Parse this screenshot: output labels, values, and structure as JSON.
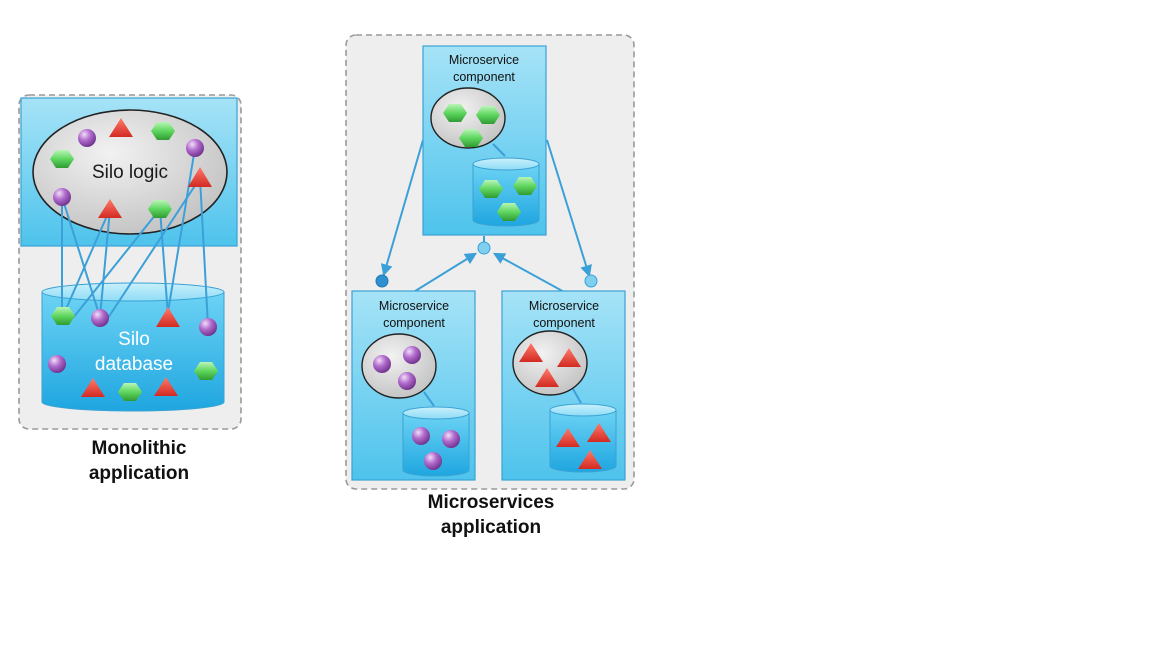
{
  "monolithic": {
    "logic_label": "Silo logic",
    "database_label_line1": "Silo",
    "database_label_line2": "database",
    "caption_line1": "Monolithic",
    "caption_line2": "application"
  },
  "microservices": {
    "components": [
      {
        "label_line1": "Microservice",
        "label_line2": "component",
        "shape": "green-hexagon"
      },
      {
        "label_line1": "Microservice",
        "label_line2": "component",
        "shape": "purple-sphere"
      },
      {
        "label_line1": "Microservice",
        "label_line2": "component",
        "shape": "red-triangle"
      }
    ],
    "caption_line1": "Microservices",
    "caption_line2": "application"
  },
  "colors": {
    "box_fill": "#5ccbee",
    "box_stroke": "#3aa2d4",
    "panel_fill": "#eeeeee",
    "panel_border": "#9a9a9a",
    "ellipse_fill": "#d6d6d6",
    "connector": "#3ca0d8",
    "hexagon": "#5fd65f",
    "sphere": "#b56bd0",
    "triangle": "#e3362e"
  }
}
